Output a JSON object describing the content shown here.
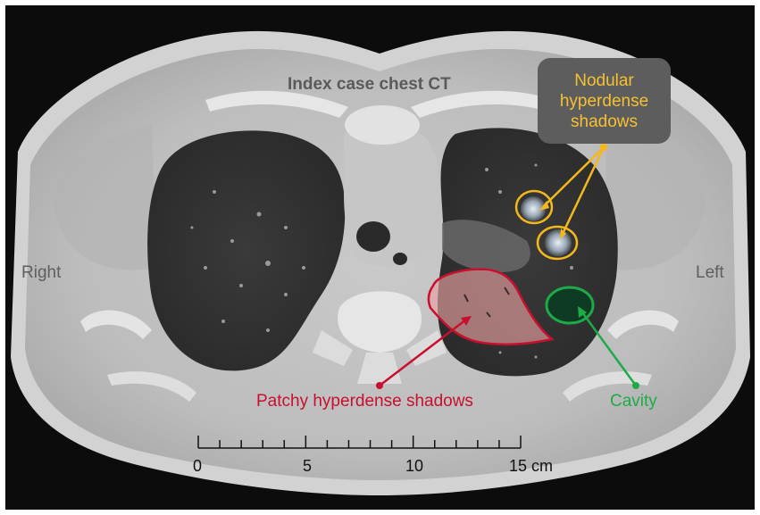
{
  "image": {
    "title": "Index case chest CT",
    "orientation": {
      "right": "Right",
      "left": "Left"
    },
    "annotations": {
      "nodular": {
        "lines": [
          "Nodular",
          "hyperdense",
          "shadows"
        ],
        "color": "#f5c132"
      },
      "patchy": {
        "text": "Patchy hyperdense shadows",
        "color": "#c8102e"
      },
      "cavity": {
        "text": "Cavity",
        "color": "#1faa4a"
      }
    },
    "scale_bar": {
      "ticks": [
        "0",
        "5",
        "10",
        "15 cm"
      ],
      "max_cm": 15
    }
  }
}
